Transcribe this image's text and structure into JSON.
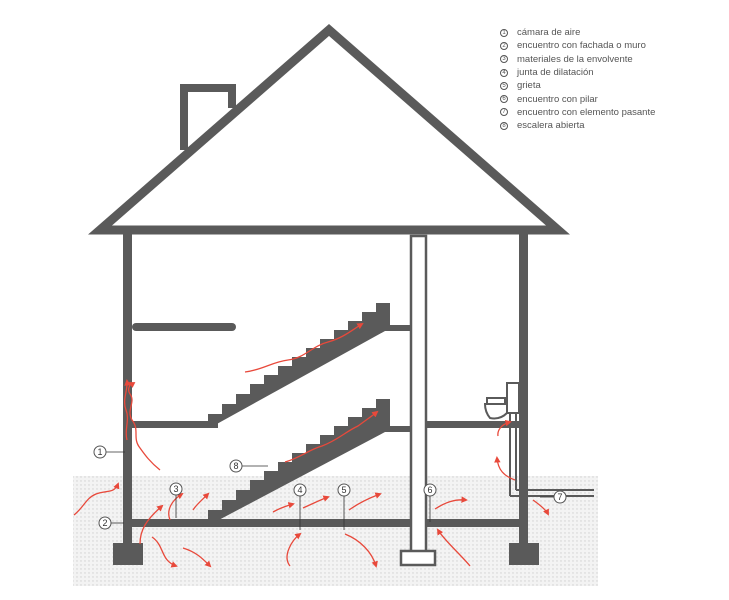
{
  "colors": {
    "structure": "#5a5a5a",
    "arrows": "#e8493b",
    "soil_dots": "#cfcfcf",
    "soil_bg": "#f3f3f3"
  },
  "legend": {
    "items": [
      {
        "num": "1",
        "label": "cámara de aire"
      },
      {
        "num": "2",
        "label": "encuentro con fachada o  muro"
      },
      {
        "num": "3",
        "label": "materiales de la envolvente"
      },
      {
        "num": "4",
        "label": "junta de dilatación"
      },
      {
        "num": "5",
        "label": "grieta"
      },
      {
        "num": "6",
        "label": "encuentro con pilar"
      },
      {
        "num": "7",
        "label": "encuentro con elemento pasante"
      },
      {
        "num": "8",
        "label": "escalera abierta"
      }
    ]
  },
  "callouts": {
    "c1": "1",
    "c2": "2",
    "c3": "3",
    "c4": "4",
    "c5": "5",
    "c6": "6",
    "c7": "7",
    "c8": "8"
  }
}
